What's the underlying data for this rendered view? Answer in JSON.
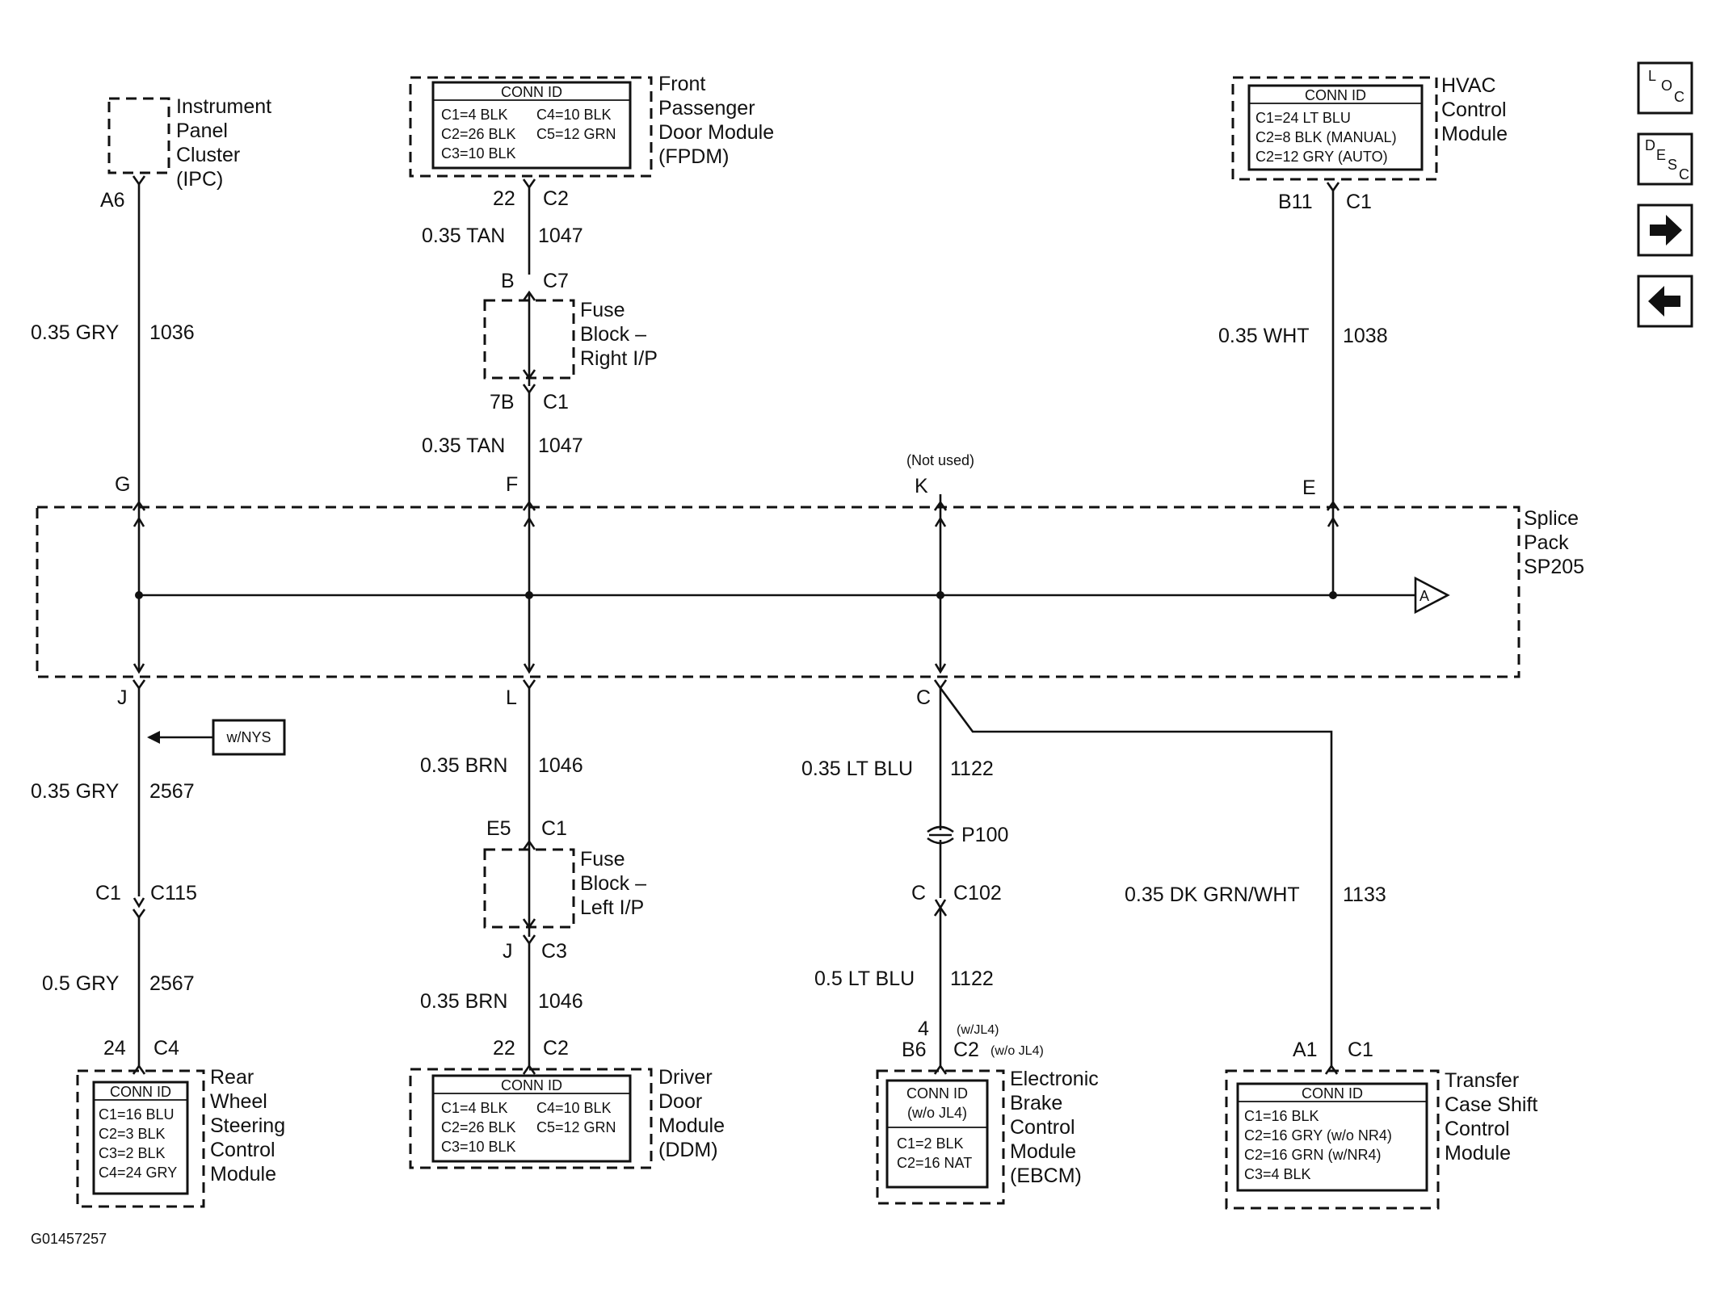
{
  "top": {
    "ipc": {
      "name": [
        "Instrument",
        "Panel",
        "Cluster",
        "(IPC)"
      ],
      "pin": "A6"
    },
    "fpdm": {
      "name": [
        "Front",
        "Passenger",
        "Door Module",
        "(FPDM)"
      ],
      "conn_title": "CONN ID",
      "conn_lines": [
        [
          "C1=4 BLK",
          "C4=10 BLK"
        ],
        [
          "C2=26 BLK",
          "C5=12 GRN"
        ],
        [
          "C3=10 BLK",
          ""
        ]
      ],
      "pin": "22",
      "conn": "C2"
    },
    "hvac": {
      "name": [
        "HVAC",
        "Control",
        "Module"
      ],
      "conn_title": "CONN ID",
      "conn_lines": [
        "C1=24 LT BLU",
        "C2=8 BLK (MANUAL)",
        "C2=12 GRY (AUTO)"
      ],
      "pin": "B11",
      "conn": "C1"
    }
  },
  "wires_top": {
    "ipc": {
      "gauge": "0.35 GRY",
      "circuit": "1036"
    },
    "fpdm1": {
      "gauge": "0.35 TAN",
      "circuit": "1047"
    },
    "fpdm2": {
      "gauge": "0.35 TAN",
      "circuit": "1047"
    },
    "hvac": {
      "gauge": "0.35 WHT",
      "circuit": "1038"
    }
  },
  "fuse_right": {
    "name": [
      "Fuse",
      "Block –",
      "Right I/P"
    ],
    "pin_top": "B",
    "conn_top": "C7",
    "pin_bot": "7B",
    "conn_bot": "C1"
  },
  "splice": {
    "name": [
      "Splice",
      "Pack",
      "SP205"
    ],
    "pins_top": {
      "g": "G",
      "f": "F",
      "k": "K",
      "e": "E"
    },
    "not_used": "(Not used)",
    "pins_bot": {
      "j": "J",
      "l": "L",
      "c": "C"
    },
    "ref": "A"
  },
  "bottom_wires": {
    "rws1": {
      "gauge": "0.35 GRY",
      "circuit": "2567"
    },
    "rws2": {
      "gauge": "0.5 GRY",
      "circuit": "2567"
    },
    "ddm1": {
      "gauge": "0.35 BRN",
      "circuit": "1046"
    },
    "ddm2": {
      "gauge": "0.35 BRN",
      "circuit": "1046"
    },
    "ebcm1": {
      "gauge": "0.35 LT BLU",
      "circuit": "1122"
    },
    "ebcm2": {
      "gauge": "0.5 LT BLU",
      "circuit": "1122"
    },
    "tcsc": {
      "gauge": "0.35 DK GRN/WHT",
      "circuit": "1133"
    }
  },
  "nys": "w/NYS",
  "c115": {
    "pin": "C1",
    "conn": "C115"
  },
  "fuse_left": {
    "name": [
      "Fuse",
      "Block –",
      "Left I/P"
    ],
    "pin_top": "E5",
    "conn_top": "C1",
    "pin_bot": "J",
    "conn_bot": "C3"
  },
  "p100": "P100",
  "c102": {
    "pin": "C",
    "conn": "C102"
  },
  "bottom": {
    "rws": {
      "name": [
        "Rear",
        "Wheel",
        "Steering",
        "Control",
        "Module"
      ],
      "conn_title": "CONN ID",
      "conn_lines": [
        "C1=16 BLU",
        "C2=3 BLK",
        "C3=2 BLK",
        "C4=24 GRY"
      ],
      "pin": "24",
      "conn": "C4"
    },
    "ddm": {
      "name": [
        "Driver",
        "Door",
        "Module",
        "(DDM)"
      ],
      "conn_title": "CONN ID",
      "conn_lines": [
        [
          "C1=4 BLK",
          "C4=10 BLK"
        ],
        [
          "C2=26 BLK",
          "C5=12 GRN"
        ],
        [
          "C3=10 BLK",
          ""
        ]
      ],
      "pin": "22",
      "conn": "C2"
    },
    "ebcm": {
      "name": [
        "Electronic",
        "Brake",
        "Control",
        "Module",
        "(EBCM)"
      ],
      "conn_title": [
        "CONN ID",
        "(w/o JL4)"
      ],
      "conn_lines": [
        "C1=2 BLK",
        "C2=16 NAT"
      ],
      "pin_a": "4",
      "pin_b": "B6",
      "conn": "C2",
      "note_a": "(w/JL4)",
      "note_b": "(w/o JL4)"
    },
    "tcsc": {
      "name": [
        "Transfer",
        "Case Shift",
        "Control",
        "Module"
      ],
      "conn_title": "CONN ID",
      "conn_lines": [
        "C1=16 BLK",
        "C2=16 GRY (w/o NR4)",
        "C2=16 GRN (w/NR4)",
        "C3=4 BLK"
      ],
      "pin": "A1",
      "conn": "C1"
    }
  },
  "figure_id": "G01457257",
  "nav": {
    "loc": [
      "L",
      "O",
      "C"
    ],
    "desc": [
      "D",
      "E",
      "S",
      "C"
    ],
    "next_icon": "arrow-right-icon",
    "prev_icon": "arrow-left-icon"
  }
}
